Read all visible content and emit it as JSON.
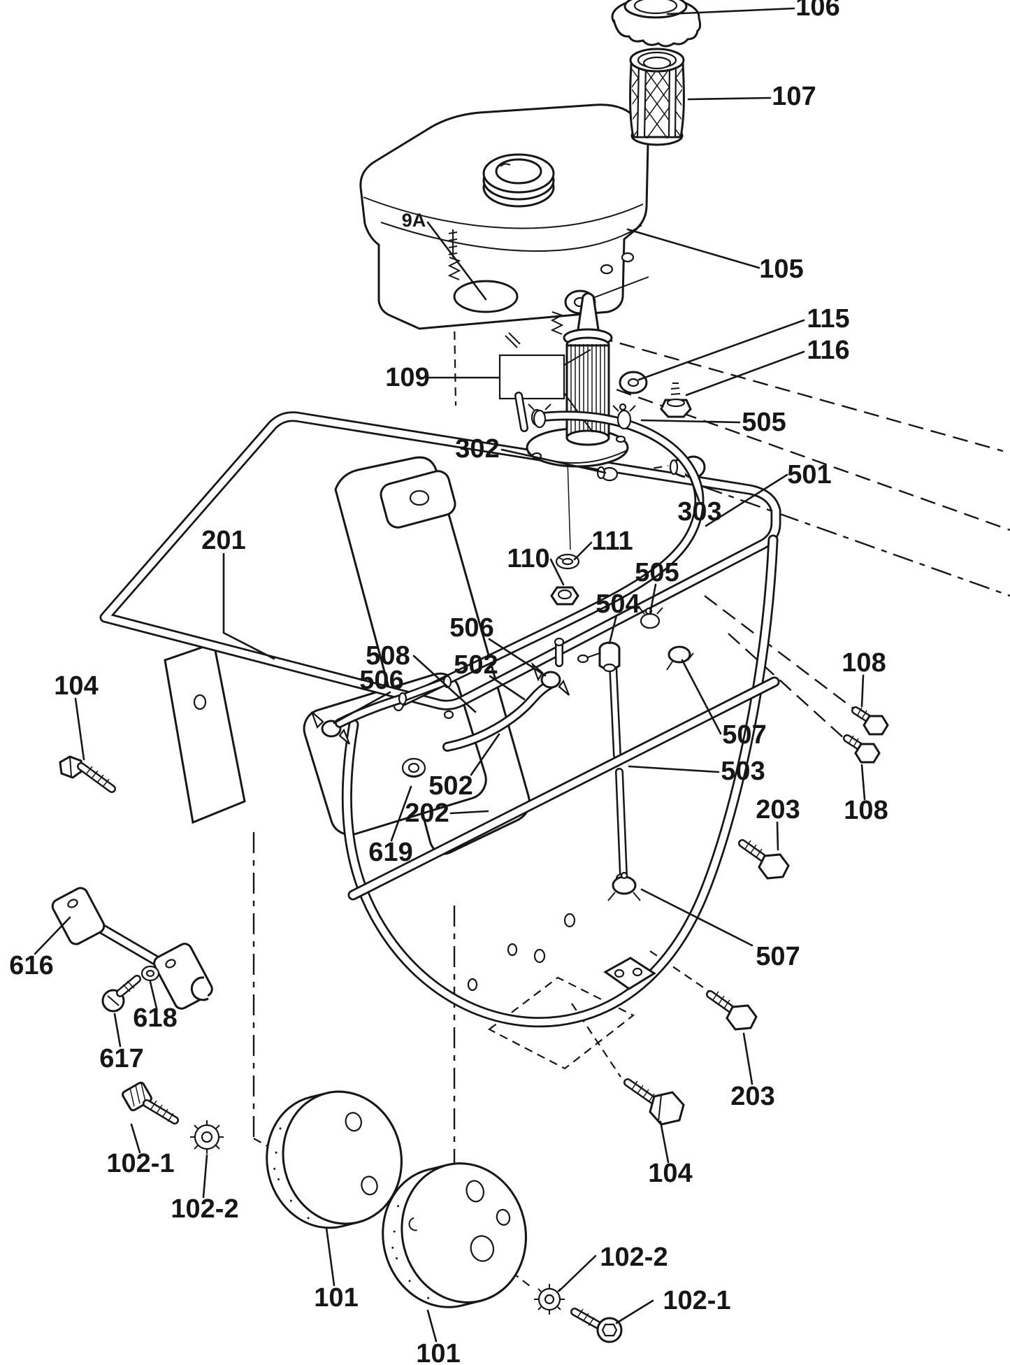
{
  "figure": {
    "title": "Exploded parts diagram - fuel tank and frame assembly",
    "style": "black and white technical line drawing",
    "background_color": "#ffffff",
    "line_color": "#161616"
  },
  "labels": [
    {
      "part": "fuel-cap",
      "text": "106"
    },
    {
      "part": "fuel-strainer",
      "text": "107"
    },
    {
      "part": "tank-stamp",
      "text": "9A"
    },
    {
      "part": "fuel-tank",
      "text": "105"
    },
    {
      "part": "tank-bolt",
      "text": "115"
    },
    {
      "part": "tank-washer",
      "text": "116"
    },
    {
      "part": "fuel-filter",
      "text": "109"
    },
    {
      "part": "hose-clamp-upper",
      "text": "505"
    },
    {
      "part": "plug",
      "text": "302"
    },
    {
      "part": "fuel-hose",
      "text": "501"
    },
    {
      "part": "bushing",
      "text": "303"
    },
    {
      "part": "handle-frame",
      "text": "201"
    },
    {
      "part": "washer",
      "text": "111"
    },
    {
      "part": "nut",
      "text": "110"
    },
    {
      "part": "hose-clamp-mid",
      "text": "505"
    },
    {
      "part": "fuel-cock",
      "text": "504"
    },
    {
      "part": "clamp-a",
      "text": "506"
    },
    {
      "part": "bent-pipe",
      "text": "508"
    },
    {
      "part": "hose-a",
      "text": "502"
    },
    {
      "part": "clamp-b",
      "text": "506"
    },
    {
      "part": "bolt-left",
      "text": "104"
    },
    {
      "part": "bolt-right-1",
      "text": "108"
    },
    {
      "part": "pipe-clamp-upper",
      "text": "507"
    },
    {
      "part": "fuel-pipe",
      "text": "503"
    },
    {
      "part": "hose-b",
      "text": "502"
    },
    {
      "part": "guard-plate",
      "text": "202"
    },
    {
      "part": "frame-bolt-1",
      "text": "203"
    },
    {
      "part": "bolt-right-2",
      "text": "108"
    },
    {
      "part": "collar-washer",
      "text": "619"
    },
    {
      "part": "shock-mount",
      "text": "616"
    },
    {
      "part": "pipe-clamp-lower",
      "text": "507"
    },
    {
      "part": "mount-washer",
      "text": "618"
    },
    {
      "part": "mount-screw",
      "text": "617"
    },
    {
      "part": "frame-bolt-2",
      "text": "203"
    },
    {
      "part": "rotor-screw-left",
      "text": "102-1"
    },
    {
      "part": "bolt-bottom",
      "text": "104"
    },
    {
      "part": "rotor-washer-left",
      "text": "102-2"
    },
    {
      "part": "rotor-washer-right",
      "text": "102-2"
    },
    {
      "part": "rotor-left",
      "text": "101"
    },
    {
      "part": "rotor-screw-right",
      "text": "102-1"
    },
    {
      "part": "rotor-bottom",
      "text": "101"
    }
  ]
}
